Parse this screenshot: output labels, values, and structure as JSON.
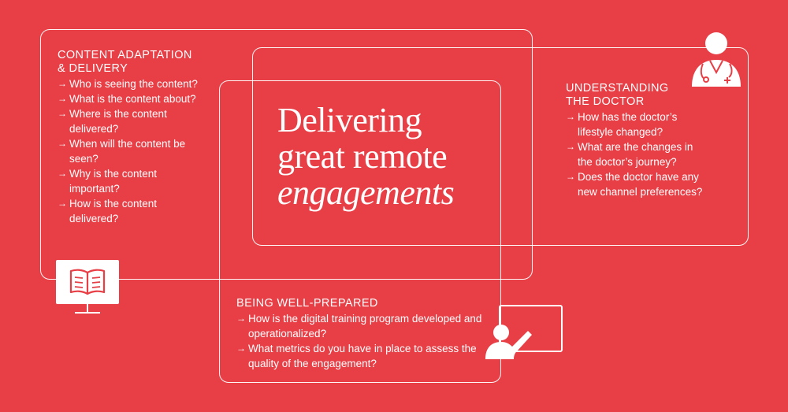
{
  "headline": {
    "line1": "Delivering",
    "line2": "great remote",
    "line3": "engagements"
  },
  "content_adaptation": {
    "title_line1": "CONTENT ADAPTATION",
    "title_line2": "& DELIVERY",
    "items": [
      "Who is seeing the content?",
      "What is the content about?",
      "Where is the content delivered?",
      "When will the content be seen?",
      "Why is the content important?",
      "How is the content delivered?"
    ]
  },
  "understanding_doctor": {
    "title_line1": "UNDERSTANDING",
    "title_line2": "THE DOCTOR",
    "items": [
      "How has the doctor’s lifestyle changed?",
      "What are the changes in the doctor’s journey?",
      "Does the doctor have any new channel preferences?"
    ]
  },
  "well_prepared": {
    "title": "BEING WELL-PREPARED",
    "items": [
      "How is the digital training program developed and operationalized?",
      "What metrics do you have in place to assess the quality of the engagement?"
    ]
  },
  "arrow_symbol": "→",
  "icons": {
    "book_monitor": "book-monitor-icon",
    "doctor": "doctor-icon",
    "presenter": "presenter-icon"
  },
  "colors": {
    "background": "#e83e46",
    "foreground": "#ffffff"
  }
}
